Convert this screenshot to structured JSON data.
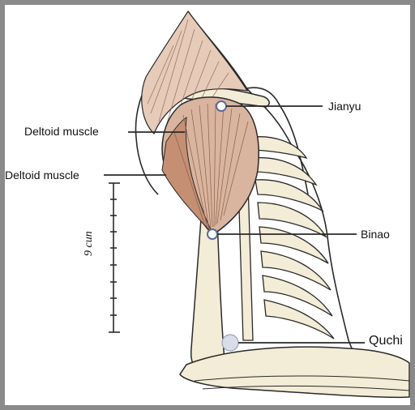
{
  "labels": {
    "jianyu": "Jianyu",
    "deltoid_upper": "Deltoid muscle",
    "deltoid_lower": "Deltoid muscle",
    "binao": "Binao",
    "quchi": "Quchi"
  },
  "scale": {
    "label": "9 cun",
    "tick_count": 9
  },
  "colors": {
    "frame": "#8a8a8a",
    "muscle": "#d9b49e",
    "muscle_dark": "#c48f73",
    "bone": "#f3ecd6",
    "outline": "#2a2a2a",
    "point_fill": "#ffffff",
    "point_stroke": "#5b6b9a",
    "quchi_fill": "#d9dde8"
  }
}
